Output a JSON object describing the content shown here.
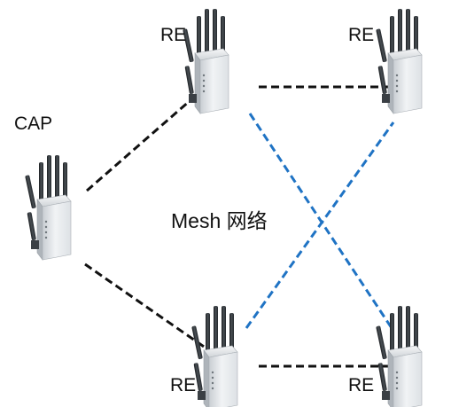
{
  "network_label": "Mesh 网络",
  "nodes": [
    {
      "id": "cap",
      "label": "CAP",
      "icon": "router-icon"
    },
    {
      "id": "re-top-left",
      "label": "RE",
      "icon": "router-icon"
    },
    {
      "id": "re-top-right",
      "label": "RE",
      "icon": "router-icon"
    },
    {
      "id": "re-bottom-left",
      "label": "RE",
      "icon": "router-icon"
    },
    {
      "id": "re-bottom-right",
      "label": "RE",
      "icon": "router-icon"
    }
  ],
  "links": [
    {
      "from": "cap",
      "to": "re-top-left",
      "style": "dashed",
      "color": "#111111"
    },
    {
      "from": "cap",
      "to": "re-bottom-left",
      "style": "dashed",
      "color": "#111111"
    },
    {
      "from": "re-top-left",
      "to": "re-top-right",
      "style": "dashed",
      "color": "#111111"
    },
    {
      "from": "re-bottom-left",
      "to": "re-bottom-right",
      "style": "dashed",
      "color": "#111111"
    },
    {
      "from": "re-top-left",
      "to": "re-bottom-right",
      "style": "dashed",
      "color": "#1f73c4"
    },
    {
      "from": "re-bottom-left",
      "to": "re-top-right",
      "style": "dashed",
      "color": "#1f73c4"
    }
  ]
}
